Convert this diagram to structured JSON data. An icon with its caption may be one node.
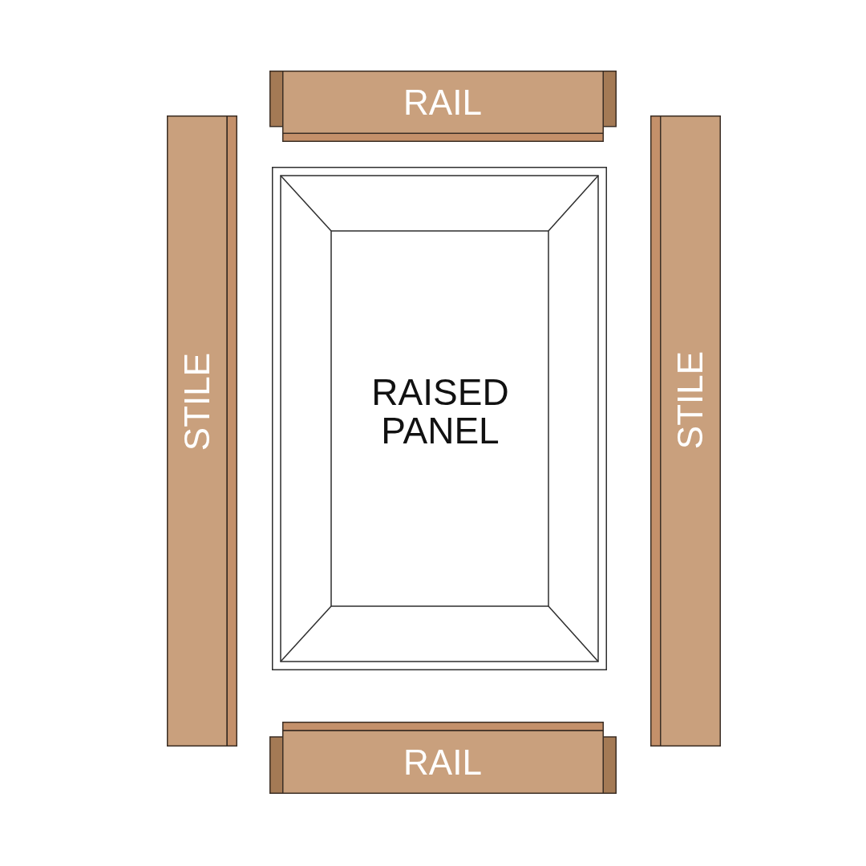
{
  "diagram": {
    "nodes": [
      {
        "text": [
          "RAIL"
        ]
      },
      {
        "text": [
          "STILE"
        ]
      },
      {
        "text": [
          "RAISED PANEL"
        ]
      },
      {
        "text": [
          "STILE"
        ]
      },
      {
        "text": [
          "RAIL"
        ]
      }
    ]
  }
}
